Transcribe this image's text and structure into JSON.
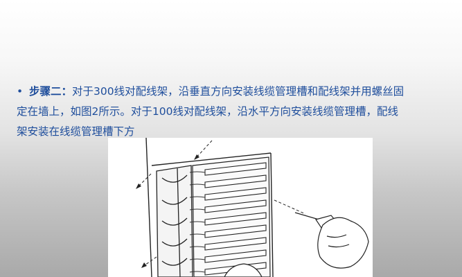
{
  "slide": {
    "bullet": "•",
    "step_title": "步骤二：",
    "step_text_1": "对于300线对配线架，沿垂直方向安装线缆管理槽和配线架并用螺丝固",
    "step_text_2": "定在墙上，如图2所示。对于100线对配线架，沿水平方向安装线缆管理槽，配线",
    "step_text_3": "架安装在线缆管理槽下方",
    "text_color": "#1f4e9c"
  },
  "figure": {
    "icon": "patch-panel-installation-illustration"
  }
}
